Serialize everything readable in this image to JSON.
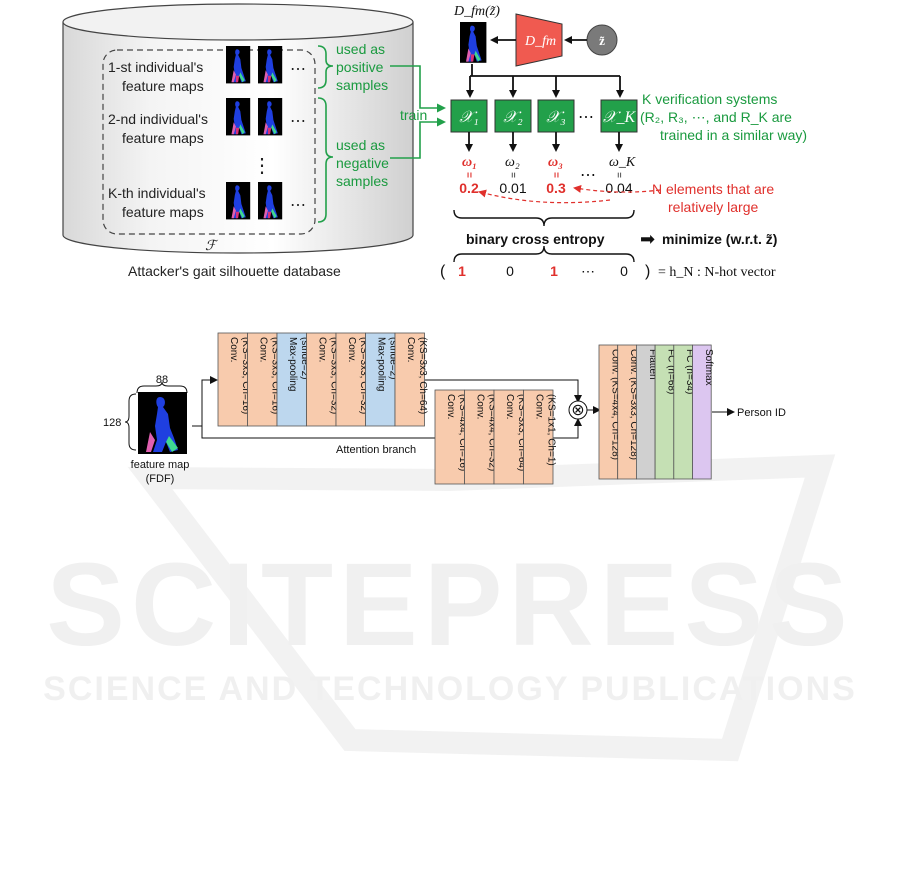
{
  "top": {
    "database": {
      "caption": "Attacker's gait silhouette database",
      "set_symbol": "ℱ",
      "rows": [
        {
          "line1": "1-st individual's",
          "line2": "feature maps"
        },
        {
          "line1": "2-nd individual's",
          "line2": "feature maps"
        },
        {
          "line1": "K-th individual's",
          "line2": "feature maps"
        }
      ],
      "ellipsis": "⋯",
      "vdots": "⋮"
    },
    "brackets": {
      "positive_line1": "used as",
      "positive_line2": "positive",
      "positive_line3": "samples",
      "negative_line1": "used as",
      "negative_line2": "negative",
      "negative_line3": "samples",
      "train": "train"
    },
    "generator": {
      "output_label": "D_fm(z̃)",
      "block_label": "D_fm",
      "input_label": "z̃"
    },
    "systems": {
      "labels": [
        "𝒳₁",
        "𝒳₂",
        "𝒳₃",
        "𝒳_K"
      ],
      "dots": "⋯",
      "note_line1": "K verification systems",
      "note_line2": "(R₂, R₃, ⋯, and R_K are",
      "note_line3": "trained in a similar way)"
    },
    "outputs": {
      "omegas": [
        "ω₁",
        "ω₂",
        "ω₃",
        "ω_K"
      ],
      "equals": "=",
      "values": [
        "0.2",
        "0.01",
        "0.3",
        "0.04"
      ],
      "dots": "⋯",
      "highlight": [
        true,
        false,
        true,
        false
      ],
      "note_line1": "N elements that are",
      "note_line2": "relatively large"
    },
    "loss": {
      "text": "binary cross entropy",
      "arrow": "➡",
      "minimize": "minimize (w.r.t. z̃)"
    },
    "vector": {
      "open": "(",
      "entries": [
        "1",
        "0",
        "1",
        "⋯",
        "0"
      ],
      "close": ")",
      "rhs": "= h_N : N-hot vector"
    }
  },
  "bottom": {
    "input": {
      "width_label": "88",
      "height_label": "128",
      "caption_line1": "feature map",
      "caption_line2": "(FDF)"
    },
    "main_branch": [
      {
        "line1": "Conv.",
        "line2": "(KS=3x3, Ch=16)",
        "kind": "conv"
      },
      {
        "line1": "Conv.",
        "line2": "(KS=3x3, Ch=16)",
        "kind": "conv"
      },
      {
        "line1": "Max-pooling",
        "line2": "(stride=2)",
        "kind": "pool"
      },
      {
        "line1": "Conv.",
        "line2": "(KS=3x3, Ch=32)",
        "kind": "conv"
      },
      {
        "line1": "Conv.",
        "line2": "(KS=3x3, Ch=32)",
        "kind": "conv"
      },
      {
        "line1": "Max-pooling",
        "line2": "(stride=2)",
        "kind": "pool"
      },
      {
        "line1": "Conv.",
        "line2": "(KS=3x3, Ch=64)",
        "kind": "conv"
      }
    ],
    "attention_label": "Attention branch",
    "attention_branch": [
      {
        "line1": "Conv.",
        "line2": "(KS=4x4, Ch=16)"
      },
      {
        "line1": "Conv.",
        "line2": "(KS=4x4, Ch=32)"
      },
      {
        "line1": "Conv.",
        "line2": "(KS=3x3, Ch=64)"
      },
      {
        "line1": "Conv.",
        "line2": "(KS=1x1, Ch=1)"
      }
    ],
    "multiply": "⊗",
    "head": [
      {
        "line1": "Conv. (KS=4x4, Ch=128)",
        "kind": "conv"
      },
      {
        "line1": "Conv. (KS=3x3, Ch=128)",
        "kind": "conv"
      },
      {
        "line1": "Flatten",
        "kind": "flatten"
      },
      {
        "line1": "FC (n=68)",
        "kind": "fc"
      },
      {
        "line1": "FC (n=34)",
        "kind": "fc"
      },
      {
        "line1": "Softmax",
        "kind": "softmax"
      }
    ],
    "output_label": "Person ID"
  },
  "watermark": {
    "line1": "SCITEPRESS",
    "line2": "SCIENCE AND TECHNOLOGY PUBLICATIONS"
  },
  "colors": {
    "conv": "#f8cbad",
    "pool": "#bdd7ee",
    "flatten": "#d0d0d0",
    "fc": "#c5e0b4",
    "softmax": "#dcc6f0",
    "green": "#22a04a",
    "green_text": "#1a9a3f",
    "red": "#e0302c",
    "generator": "#f05a50"
  }
}
